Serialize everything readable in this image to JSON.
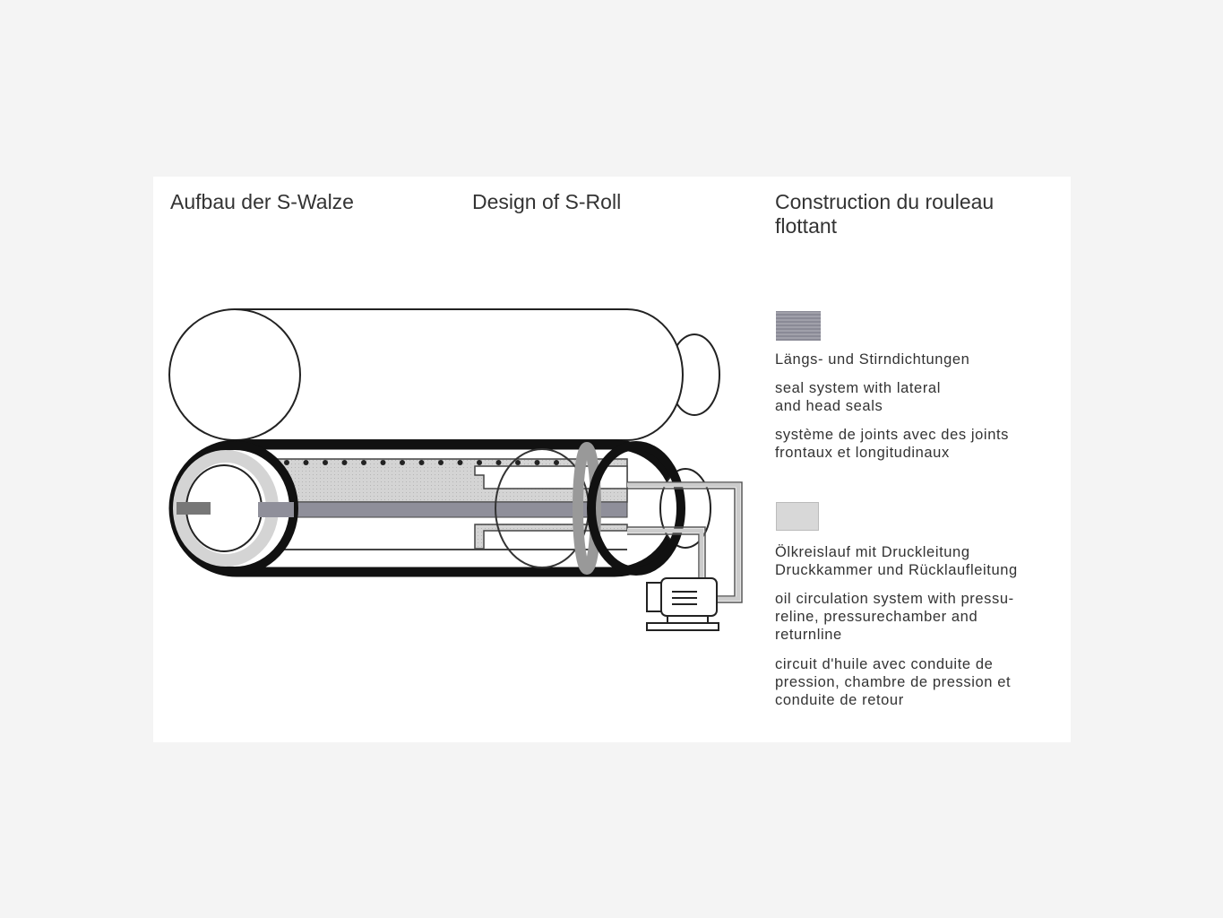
{
  "titles": {
    "german": "Aufbau der S-Walze",
    "english": "Design of S-Roll",
    "french_line1": "Construction du rouleau",
    "french_line2": "flottant"
  },
  "legend": [
    {
      "swatch_color": "#8f8f9a",
      "german": "Längs- und Stirndichtungen",
      "english_line1": "seal system with lateral",
      "english_line2": "and head seals",
      "french_line1": "système de joints avec des joints",
      "french_line2": "frontaux et longitudinaux"
    },
    {
      "swatch_color": "#d6d6d6",
      "german_line1": "Ölkreislauf mit Druckleitung",
      "german_line2": "Druckkammer und Rücklaufleitung",
      "english_line1": "oil circulation system with pressu-",
      "english_line2": "reline, pressurechamber and",
      "english_line3": "returnline",
      "french_line1": "circuit d'huile avec conduite de",
      "french_line2": "pression, chambre de pression et",
      "french_line3": "conduite de retour"
    }
  ]
}
